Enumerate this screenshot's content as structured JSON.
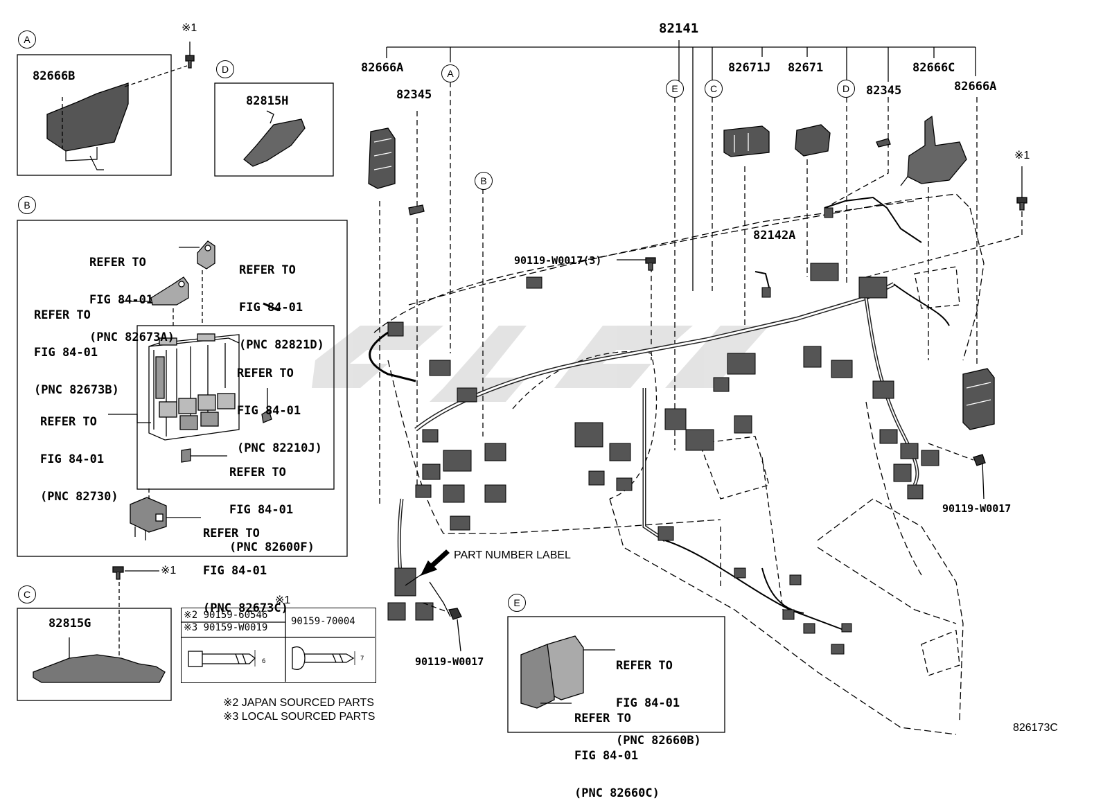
{
  "main_part": "82141",
  "refs": {
    "A": "A",
    "B": "B",
    "C": "C",
    "D": "D",
    "E": "E",
    "mark1": "※1"
  },
  "box_a": {
    "part": "82666B"
  },
  "box_d": {
    "part": "82815H"
  },
  "box_c": {
    "part": "82815G"
  },
  "box_b": {
    "r1": [
      "REFER TO",
      "FIG 84-01",
      "(PNC 82673A)"
    ],
    "r2": [
      "REFER TO",
      "FIG 84-01",
      "(PNC 82821D)"
    ],
    "r3": [
      "REFER TO",
      "FIG 84-01",
      "(PNC 82673B)"
    ],
    "r4": [
      "REFER TO",
      "FIG 84-01",
      "(PNC 82210J)"
    ],
    "r5": [
      "REFER TO",
      "FIG 84-01",
      "(PNC 82730)"
    ],
    "r6": [
      "REFER TO",
      "FIG 84-01",
      "(PNC 82600F)"
    ],
    "r7": [
      "REFER TO",
      "FIG 84-01",
      "(PNC 82673C)"
    ]
  },
  "box_e": {
    "r1": [
      "REFER TO",
      "FIG 84-01",
      "(PNC 82660B)"
    ],
    "r2": [
      "REFER TO",
      "FIG 84-01",
      "(PNC 82660C)"
    ]
  },
  "top_parts": {
    "p82666a_left": "82666A",
    "p82345_left": "82345",
    "p82671j": "82671J",
    "p82671": "82671",
    "p82666c": "82666C",
    "p82345_right": "82345",
    "p82666a_right": "82666A",
    "p82142a": "82142A"
  },
  "bolts": {
    "center": "90119-W0017(3)",
    "right": "90119-W0017",
    "bottom": "90119-W0017"
  },
  "label_note": "PART NUMBER LABEL",
  "table": {
    "r1": "※2 90159-60546",
    "r2": "※3 90159-W0019",
    "r3": "90159-70004",
    "dim1": "6",
    "dim2": "7"
  },
  "notes": [
    "※2 JAPAN SOURCED PARTS",
    "※3 LOCAL SOURCED PARTS"
  ],
  "figure_id": "826173C"
}
